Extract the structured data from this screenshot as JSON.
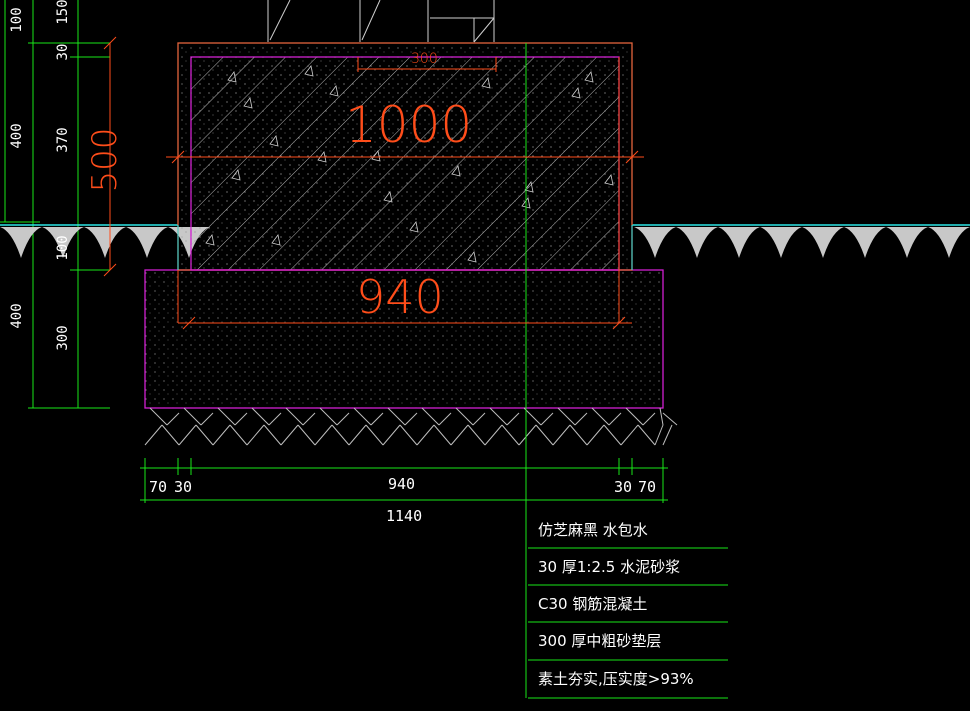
{
  "dimensions": {
    "top_slab_width": "1000",
    "base_width": "940",
    "slab_height": "500",
    "small_width": "300",
    "left_segment_1": "70",
    "left_segment_2": "30",
    "center_segment": "940",
    "right_segment_1": "30",
    "right_segment_2": "70",
    "total_width": "1140",
    "left_outer": [
      "100",
      "400",
      "400"
    ],
    "left_inner": [
      "150",
      "30",
      "370",
      "100",
      "300"
    ]
  },
  "legend": {
    "items": [
      "仿芝麻黑 水包水",
      "30 厚1:2.5  水泥砂浆",
      "C30  钢筋混凝土",
      "300  厚中粗砂垫层",
      "素土夯实,压实度>93%"
    ]
  },
  "colors": {
    "green": "#19e619",
    "magenta": "#d21ed2",
    "orange": "#ff4d1a",
    "concrete_outline": "#e3643c",
    "grey": "#b4b4b4",
    "cyan": "#2ee6e6"
  }
}
